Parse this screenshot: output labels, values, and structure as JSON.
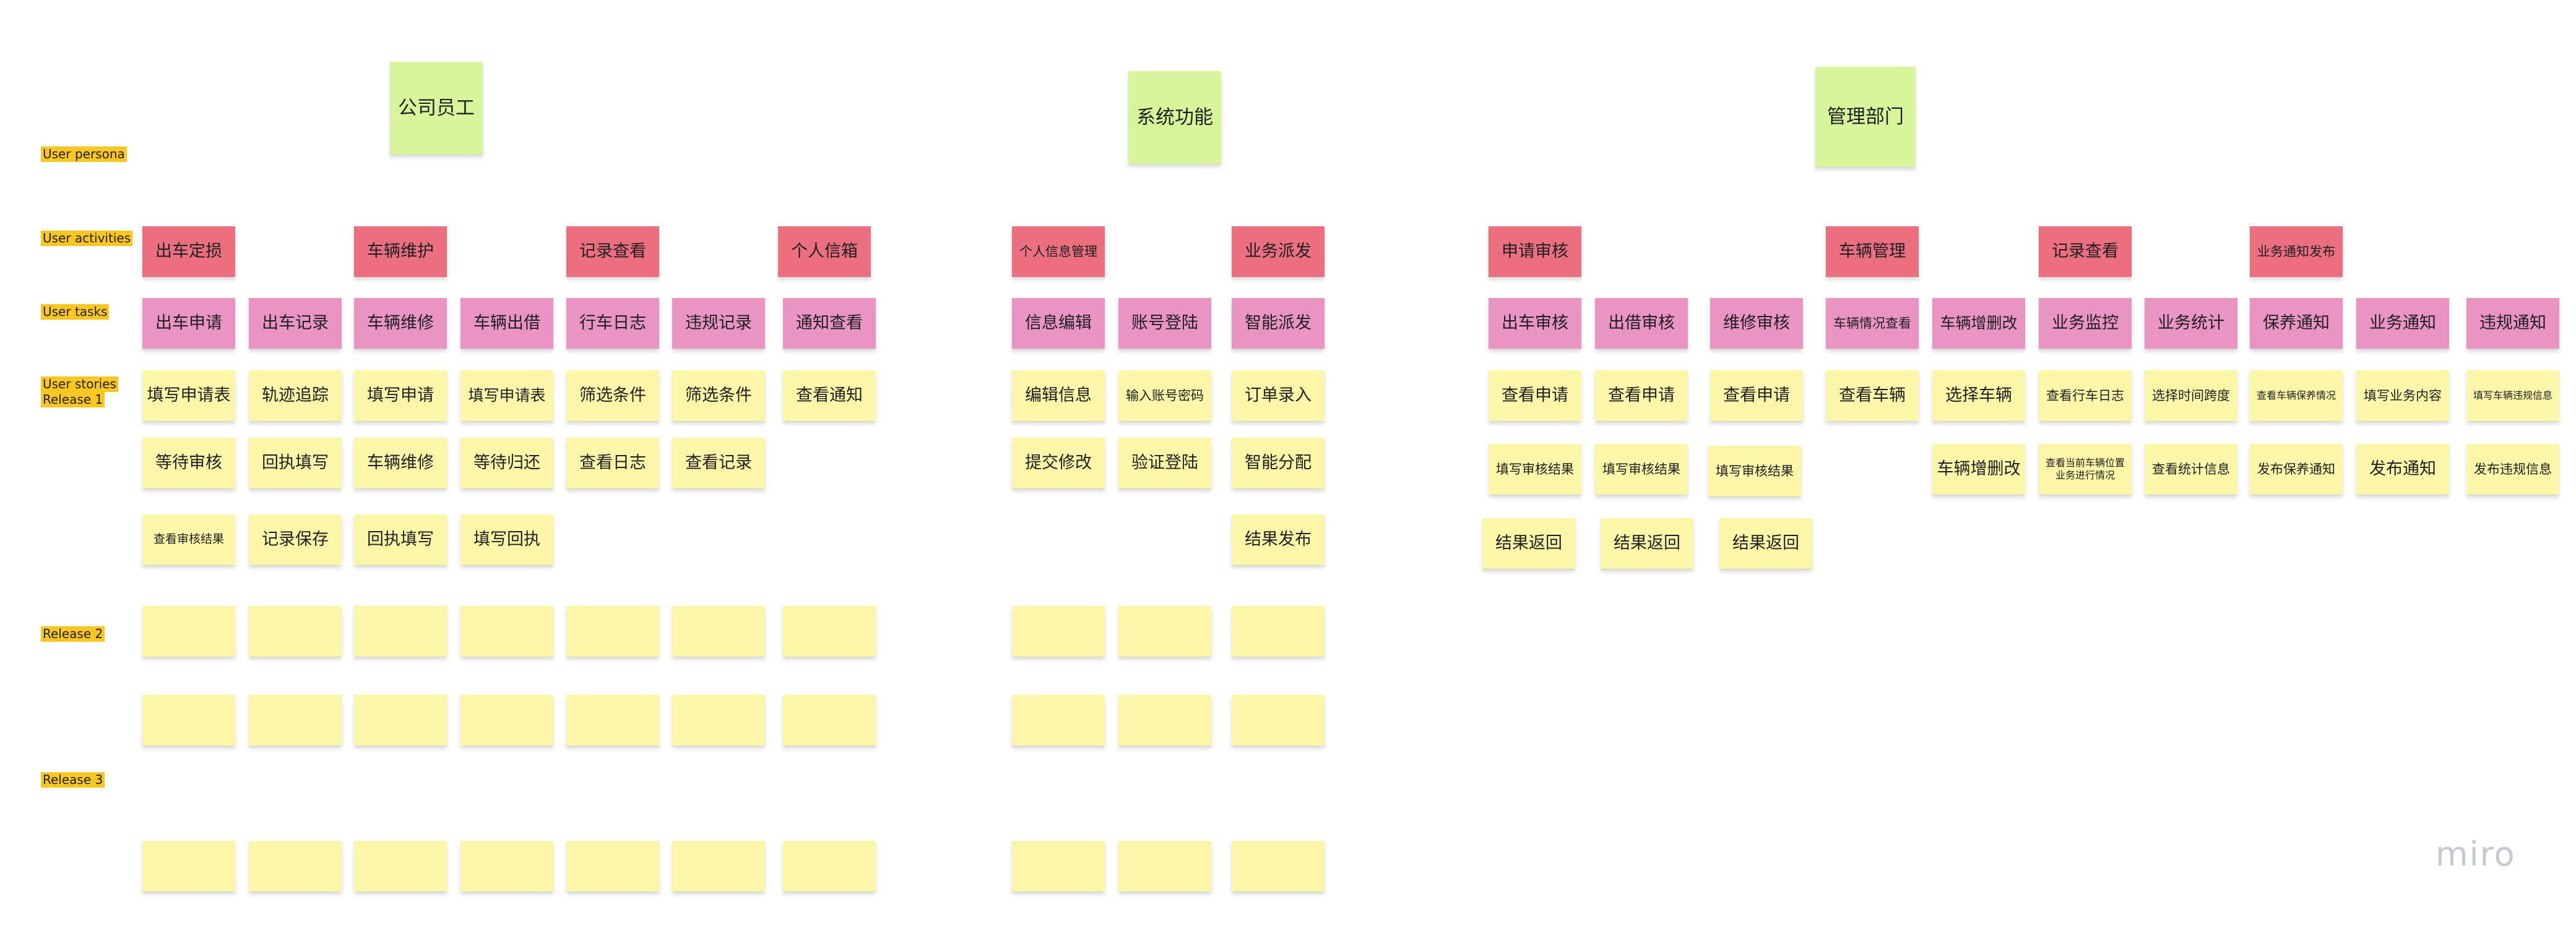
{
  "row_labels": [
    {
      "id": "persona",
      "text": "User persona"
    },
    {
      "id": "activities",
      "text": "User activities"
    },
    {
      "id": "tasks",
      "text": "User tasks"
    },
    {
      "id": "stories",
      "lines": [
        "User stories",
        "Release 1"
      ]
    },
    {
      "id": "release2",
      "text": "Release 2"
    },
    {
      "id": "release3",
      "text": "Release 3"
    }
  ],
  "personas": [
    {
      "id": "employee",
      "text": "公司员工"
    },
    {
      "id": "system",
      "text": "系统功能"
    },
    {
      "id": "management",
      "text": "管理部门"
    }
  ],
  "activities": [
    {
      "id": "a1",
      "text": "出车定损"
    },
    {
      "id": "a2",
      "text": "车辆维护"
    },
    {
      "id": "a3",
      "text": "记录查看"
    },
    {
      "id": "a4",
      "text": "个人信箱"
    },
    {
      "id": "a5",
      "text": "个人信息管理"
    },
    {
      "id": "a6",
      "text": "业务派发"
    },
    {
      "id": "a7",
      "text": "申请审核"
    },
    {
      "id": "a8",
      "text": "车辆管理"
    },
    {
      "id": "a9",
      "text": "记录查看"
    },
    {
      "id": "a10",
      "text": "业务通知发布"
    }
  ],
  "tasks": [
    {
      "id": "t1",
      "text": "出车申请"
    },
    {
      "id": "t2",
      "text": "出车记录"
    },
    {
      "id": "t3",
      "text": "车辆维修"
    },
    {
      "id": "t4",
      "text": "车辆出借"
    },
    {
      "id": "t5",
      "text": "行车日志"
    },
    {
      "id": "t6",
      "text": "违规记录"
    },
    {
      "id": "t7",
      "text": "通知查看"
    },
    {
      "id": "t8",
      "text": "信息编辑"
    },
    {
      "id": "t9",
      "text": "账号登陆"
    },
    {
      "id": "t10",
      "text": "智能派发"
    },
    {
      "id": "t11",
      "text": "出车审核"
    },
    {
      "id": "t12",
      "text": "出借审核"
    },
    {
      "id": "t13",
      "text": "维修审核"
    },
    {
      "id": "t14",
      "text": "车辆情况查看"
    },
    {
      "id": "t15",
      "text": "车辆增删改"
    },
    {
      "id": "t16",
      "text": "业务监控"
    },
    {
      "id": "t17",
      "text": "业务统计"
    },
    {
      "id": "t18",
      "text": "保养通知"
    },
    {
      "id": "t19",
      "text": "业务通知"
    },
    {
      "id": "t20",
      "text": "违规通知"
    }
  ],
  "stories": [
    {
      "id": "s1",
      "text": "填写申请表"
    },
    {
      "id": "s2",
      "text": "轨迹追踪"
    },
    {
      "id": "s3",
      "text": "填写申请"
    },
    {
      "id": "s4",
      "text": "填写申请表"
    },
    {
      "id": "s5",
      "text": "筛选条件"
    },
    {
      "id": "s6",
      "text": "筛选条件"
    },
    {
      "id": "s7",
      "text": "查看通知"
    },
    {
      "id": "s8",
      "text": "编辑信息"
    },
    {
      "id": "s9",
      "text": "输入账号密码"
    },
    {
      "id": "s10",
      "text": "订单录入"
    },
    {
      "id": "s11",
      "text": "查看申请"
    },
    {
      "id": "s12",
      "text": "查看申请"
    },
    {
      "id": "s13",
      "text": "查看申请"
    },
    {
      "id": "s14",
      "text": "查看车辆"
    },
    {
      "id": "s15",
      "text": "选择车辆"
    },
    {
      "id": "s16",
      "text": "查看行车日志"
    },
    {
      "id": "s17",
      "text": "选择时间跨度"
    },
    {
      "id": "s18",
      "text": "查看车辆保养情况"
    },
    {
      "id": "s19",
      "text": "填写业务内容"
    },
    {
      "id": "s20",
      "text": "填写车辆违规信息"
    },
    {
      "id": "s21",
      "text": "等待审核"
    },
    {
      "id": "s22",
      "text": "回执填写"
    },
    {
      "id": "s23",
      "text": "车辆维修"
    },
    {
      "id": "s24",
      "text": "等待归还"
    },
    {
      "id": "s25",
      "text": "查看日志"
    },
    {
      "id": "s26",
      "text": "查看记录"
    },
    {
      "id": "s27",
      "text": "提交修改"
    },
    {
      "id": "s28",
      "text": "验证登陆"
    },
    {
      "id": "s29",
      "text": "智能分配"
    },
    {
      "id": "s30",
      "text": "填写审核结果"
    },
    {
      "id": "s31",
      "text": "填写审核结果"
    },
    {
      "id": "s32",
      "text": "填写审核结果"
    },
    {
      "id": "s33",
      "text": "车辆增删改"
    },
    {
      "id": "s34",
      "text": "查看当前车辆位置业务进行情况"
    },
    {
      "id": "s35",
      "text": "查看统计信息"
    },
    {
      "id": "s36",
      "text": "发布保养通知"
    },
    {
      "id": "s37",
      "text": "发布通知"
    },
    {
      "id": "s38",
      "text": "发布违规信息"
    },
    {
      "id": "s39",
      "text": "查看审核结果"
    },
    {
      "id": "s40",
      "text": "记录保存"
    },
    {
      "id": "s41",
      "text": "回执填写"
    },
    {
      "id": "s42",
      "text": "填写回执"
    },
    {
      "id": "s43",
      "text": "结果发布"
    },
    {
      "id": "s44",
      "text": "结果返回"
    },
    {
      "id": "s45",
      "text": "结果返回"
    },
    {
      "id": "s46",
      "text": "结果返回"
    }
  ],
  "blank_note_count": 30,
  "watermark": "miro",
  "colors": {
    "persona": "#d7f59a",
    "activity": "#ec6f80",
    "task": "#ea94c4",
    "story": "#fcf6a9",
    "label": "#fac720",
    "watermark": "#c5c9d2"
  }
}
